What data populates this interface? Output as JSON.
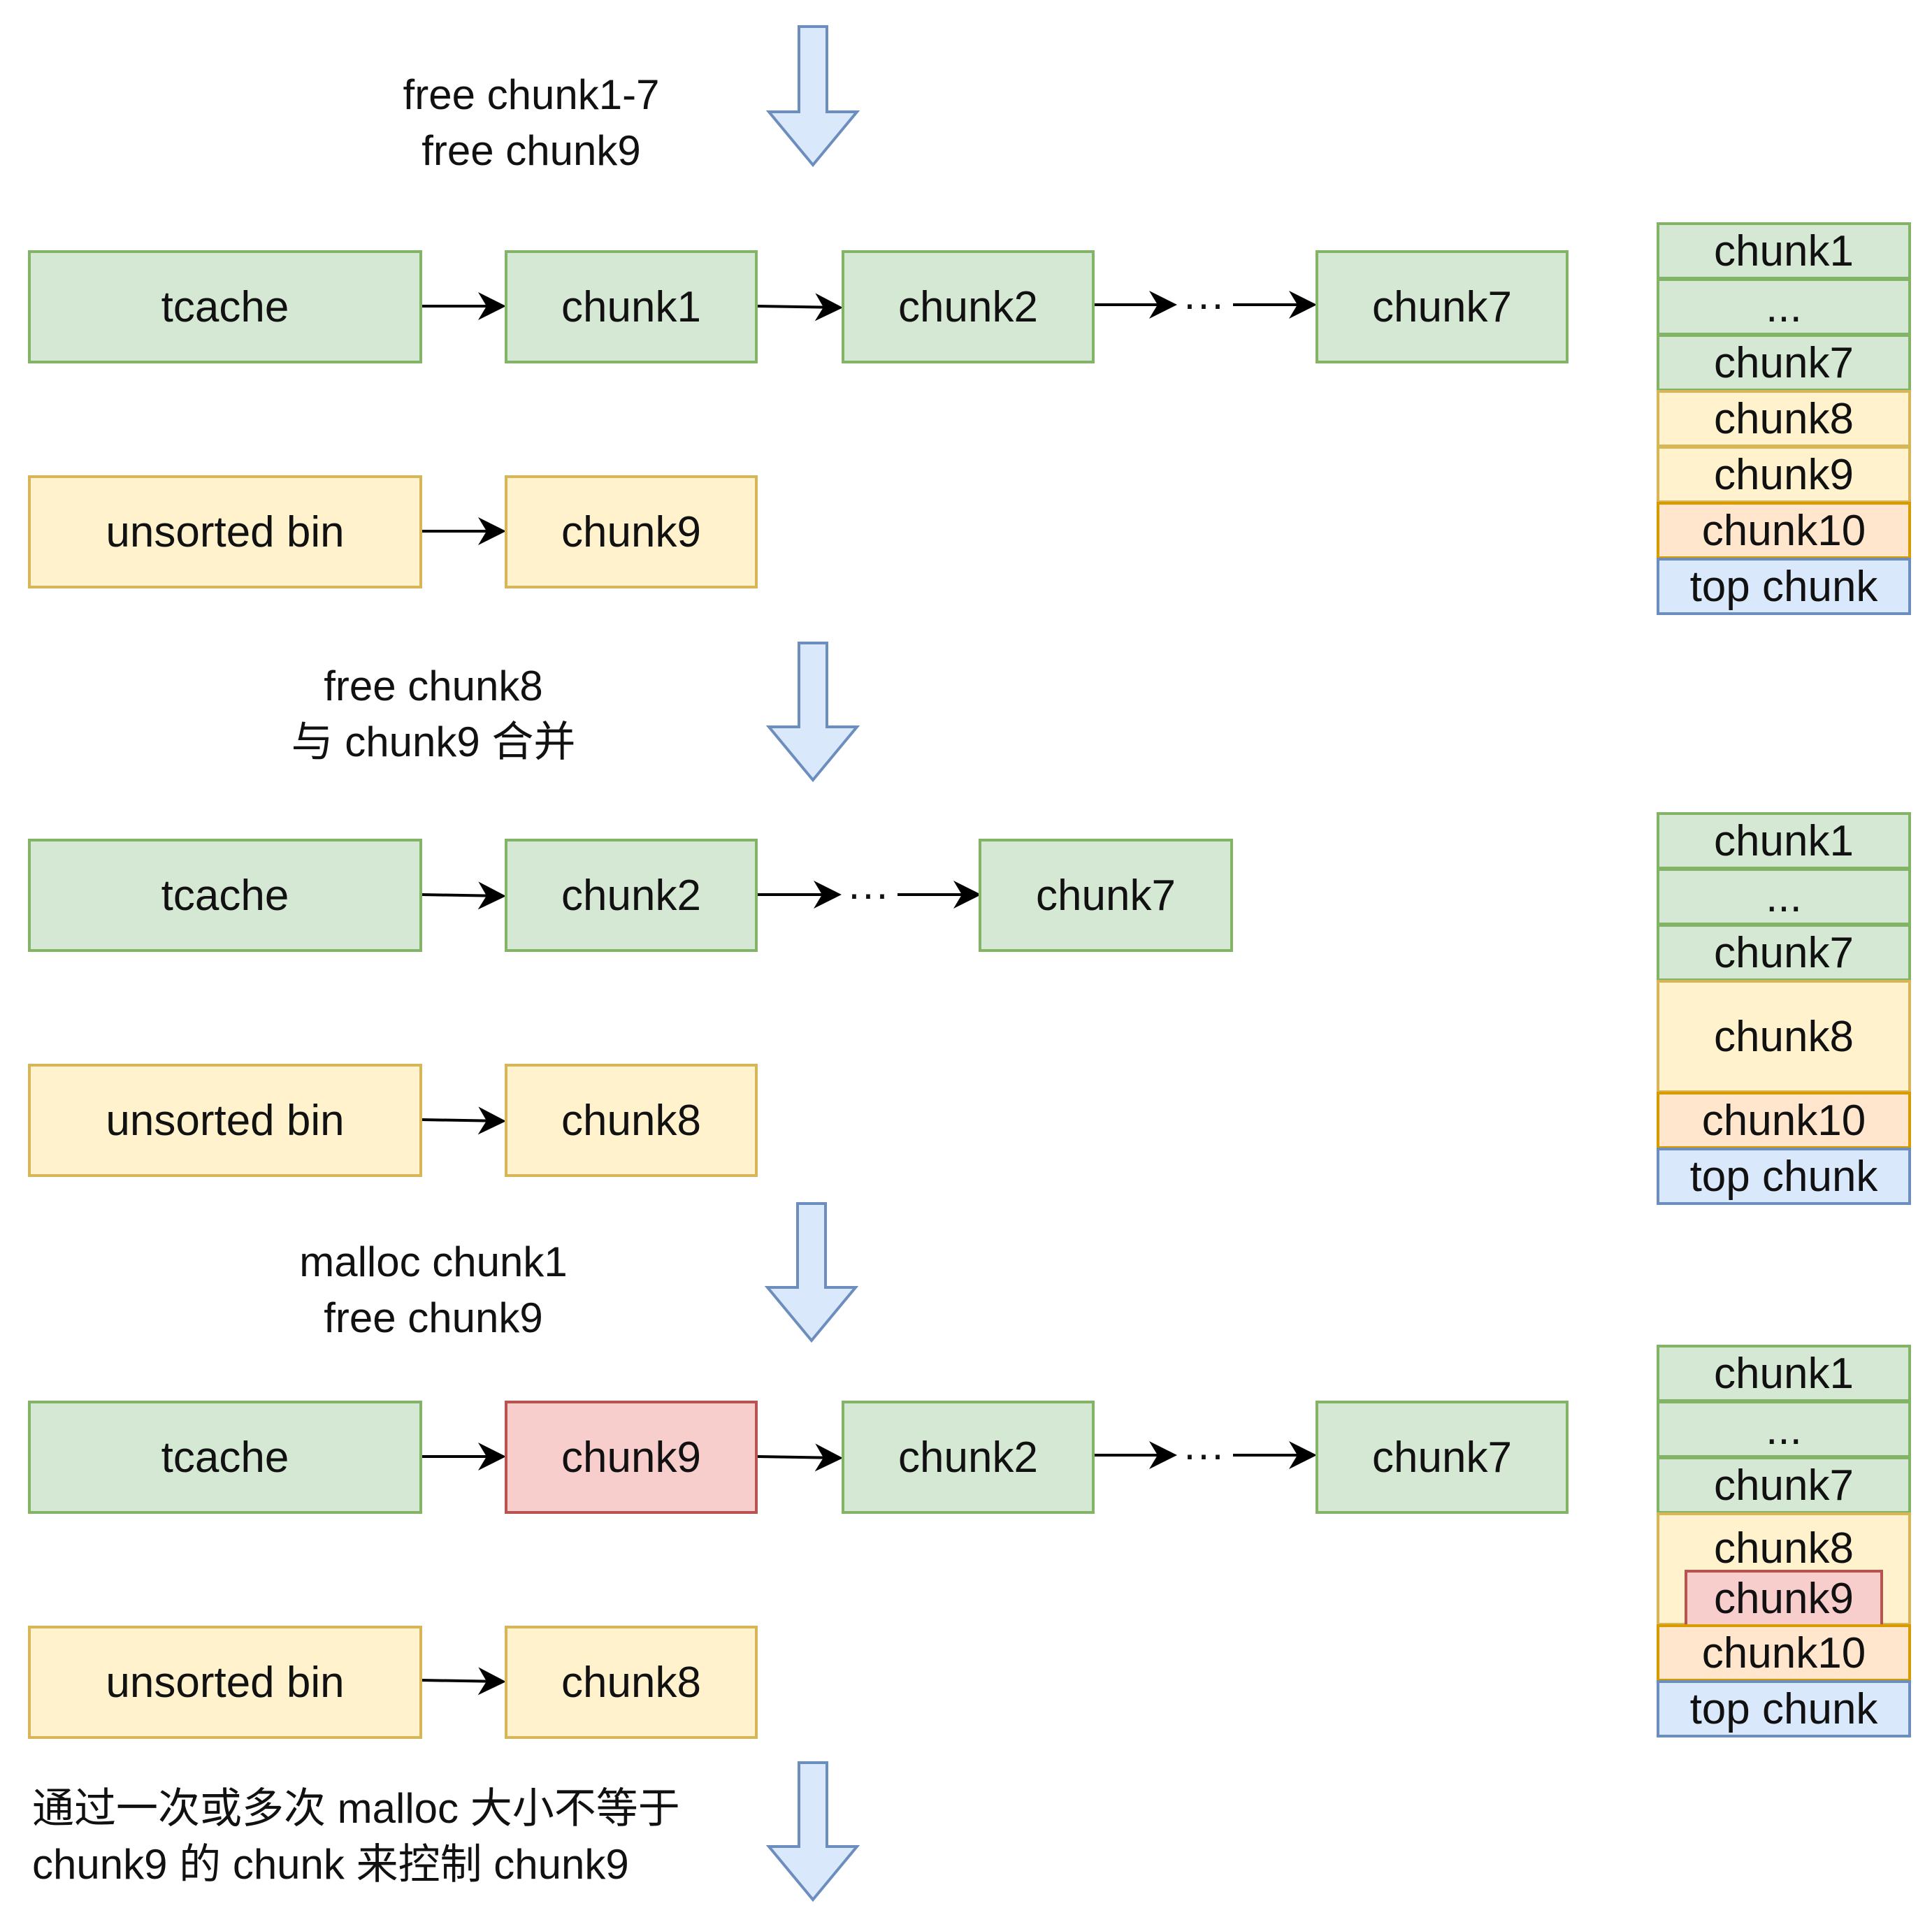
{
  "steps": [
    {
      "caption_line1": "free chunk1-7",
      "caption_line2": "free chunk9"
    },
    {
      "caption_line1": "free chunk8",
      "caption_line2": "与 chunk9 合并"
    },
    {
      "caption_line1": "malloc chunk1",
      "caption_line2": "free chunk9"
    },
    {
      "caption_line1": "通过一次或多次 malloc 大小不等于",
      "caption_line2": "chunk9 的 chunk 来控制 chunk9"
    }
  ],
  "state1": {
    "tcache": {
      "head": "tcache",
      "items": [
        "chunk1",
        "chunk2",
        "chunk7"
      ],
      "ellipsis": "···"
    },
    "unsorted": {
      "head": "unsorted bin",
      "items": [
        "chunk9"
      ]
    },
    "memory": [
      "chunk1",
      "...",
      "chunk7",
      "chunk8",
      "chunk9",
      "chunk10",
      "top chunk"
    ]
  },
  "state2": {
    "tcache": {
      "head": "tcache",
      "items": [
        "chunk2",
        "chunk7"
      ],
      "ellipsis": "···"
    },
    "unsorted": {
      "head": "unsorted bin",
      "items": [
        "chunk8"
      ]
    },
    "memory": [
      "chunk1",
      "...",
      "chunk7",
      "chunk8",
      "chunk10",
      "top chunk"
    ]
  },
  "state3": {
    "tcache": {
      "head": "tcache",
      "items": [
        "chunk9",
        "chunk2",
        "chunk7"
      ],
      "ellipsis": "···"
    },
    "unsorted": {
      "head": "unsorted bin",
      "items": [
        "chunk8"
      ]
    },
    "memory": [
      "chunk1",
      "...",
      "chunk7",
      "chunk8",
      "chunk9",
      "chunk10",
      "top chunk"
    ]
  },
  "colors": {
    "tcache_fill": "#d5e8d4",
    "tcache_stroke": "#82b366",
    "unsorted_fill": "#fff2cc",
    "unsorted_stroke": "#d6b656",
    "chunk10_fill": "#ffe6cc",
    "chunk10_stroke": "#d79b00",
    "top_fill": "#dae8fc",
    "top_stroke": "#6c8ebf",
    "overlap_fill": "#f8cecc",
    "overlap_stroke": "#b85450"
  }
}
